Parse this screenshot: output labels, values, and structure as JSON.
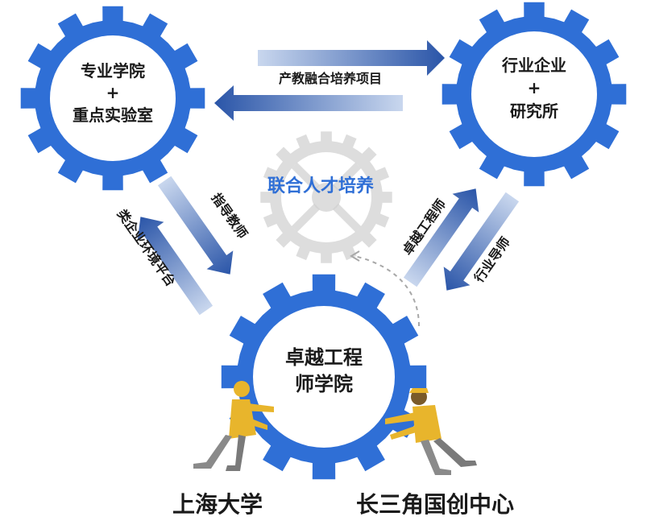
{
  "gears": {
    "left": {
      "line1": "专业学院",
      "plus": "+",
      "line2": "重点实验室"
    },
    "right": {
      "line1": "行业企业",
      "plus": "+",
      "line2": "研究所"
    },
    "bottom": {
      "line1": "卓越工程",
      "line2": "师学院"
    }
  },
  "arrows": {
    "top": "产教融合培养项目",
    "left_down": "指导教师",
    "left_up": "类企业环境平台",
    "right_up": "卓越工程师",
    "right_down": "行业导师"
  },
  "center_label": "联合人才培养",
  "bottom_labels": {
    "left": "上海大学",
    "right": "长三角国创中心"
  },
  "colors": {
    "gear_blue": "#2f6fd6",
    "arrow_dark": "#2a55a8",
    "arrow_light": "#c9d7ee",
    "center_text": "#2f6fd6",
    "grey_gear": "#cfcfcf",
    "figure_yellow": "#e8b52c",
    "figure_grey": "#8a8a8a"
  }
}
